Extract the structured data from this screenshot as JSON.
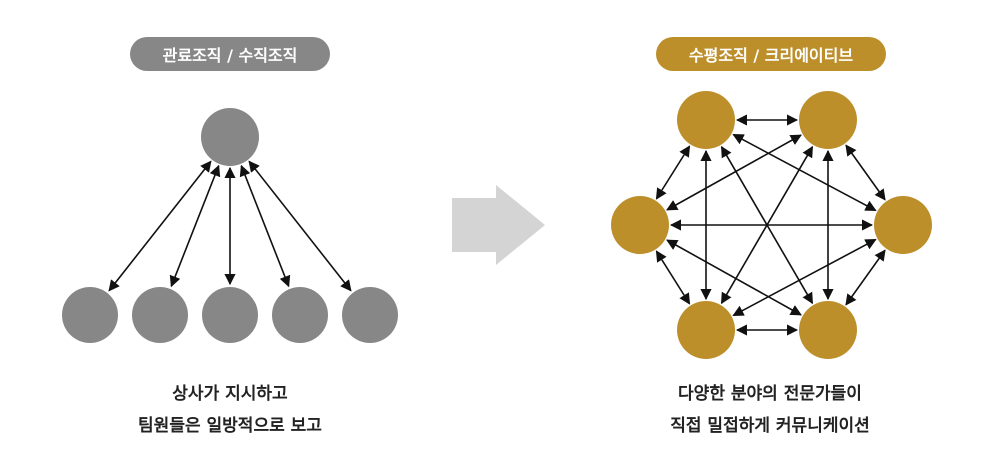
{
  "left": {
    "title": "관료조직 / 수직조직",
    "caption_line1": "상사가 지시하고",
    "caption_line2": "팀원들은 일방적으로 보고",
    "color": "#878787"
  },
  "right": {
    "title": "수평조직 / 크리에이티브",
    "caption_line1": "다양한 분야의 전문가들이",
    "caption_line2": "직접 밀접하게 커뮤니케이션",
    "color": "#bd8f2b"
  },
  "arrow_color": "#d4d4d4"
}
